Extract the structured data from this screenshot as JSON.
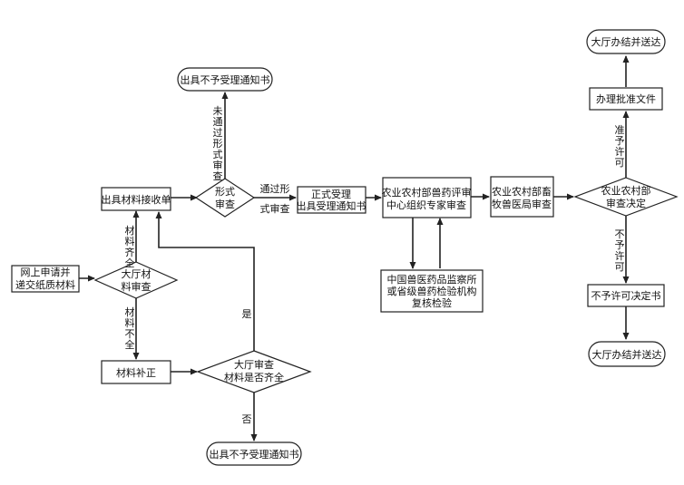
{
  "nodes": {
    "online_apply": [
      "网上申请并",
      "递交纸质材料"
    ],
    "hall_check": [
      "大厅材",
      "料审查"
    ],
    "receipt": [
      "出具材料接收单"
    ],
    "supplement": [
      "材料补正"
    ],
    "completeness": [
      "大厅审查",
      "材料是否齐全"
    ],
    "reject_bottom": [
      "出具不予受理通知书"
    ],
    "formal_check": [
      "形式",
      "审查"
    ],
    "reject_top": [
      "出具不予受理通知书"
    ],
    "accept": [
      "正式受理",
      "出具受理通知书"
    ],
    "evaluation": [
      "农业农村部兽药评审",
      "中心组织专家审查"
    ],
    "inspection": [
      "中国兽医药品监察所",
      "或省级兽药检验机构",
      "复核检验"
    ],
    "bureau": [
      "农业农村部畜",
      "牧兽医局审查"
    ],
    "decision": [
      "农业农村部",
      "审查决定"
    ],
    "approve_doc": [
      "办理批准文件"
    ],
    "deliver_top": [
      "大厅办结并送达"
    ],
    "deny_doc": [
      "不予许可决定书"
    ],
    "deliver_bottom": [
      "大厅办结并送达"
    ]
  },
  "edge_labels": {
    "materials_complete": [
      "材",
      "料",
      "齐",
      "全"
    ],
    "materials_incomplete": [
      "材",
      "料",
      "不",
      "全"
    ],
    "yes": [
      "是"
    ],
    "no": [
      "否"
    ],
    "not_passed": [
      "未",
      "通",
      "过",
      "形",
      "式",
      "审",
      "查"
    ],
    "passed": [
      "通过形",
      "式审查"
    ],
    "approved": [
      "准",
      "予",
      "许",
      "可"
    ],
    "not_approved": [
      "不",
      "予",
      "许",
      "可"
    ]
  }
}
